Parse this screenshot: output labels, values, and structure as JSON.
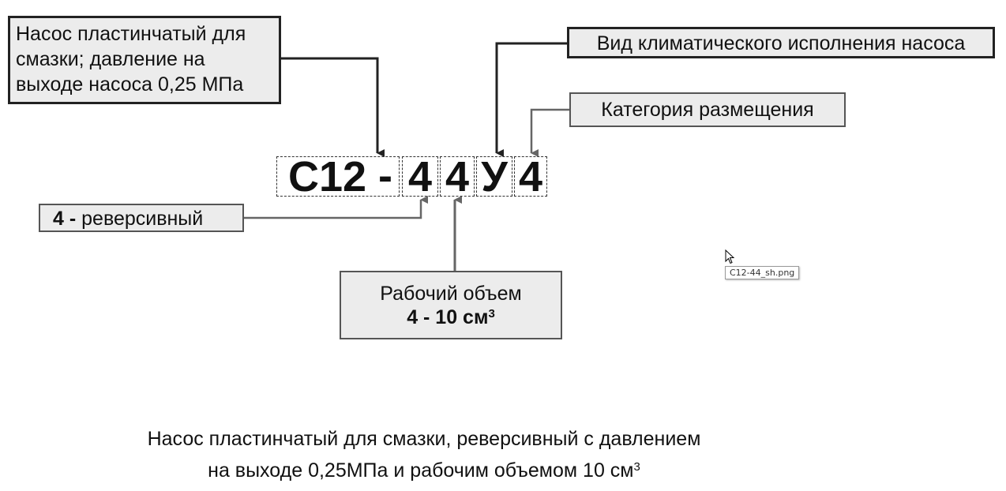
{
  "labels": {
    "pump_type": [
      "Насос пластинчатый  для",
      "смазки; давление на",
      "выходе насоса 0,25 МПа"
    ],
    "climate": "Вид климатического исполнения насоса",
    "category": "Категория размещения",
    "reverse_num": "4 -",
    "reverse_text": " реверсивный",
    "volume_title": "Рабочий объем",
    "volume_value": "4 - 10 см",
    "volume_sup": "3"
  },
  "code": {
    "c12": "С12",
    "dash": "-",
    "d1": "4",
    "d2": "4",
    "u": "У",
    "d3": "4"
  },
  "caption": {
    "line1": "Насос пластинчатый для смазки, реверсивный с давлением",
    "line2": "на выходе 0,25МПа и рабочим объемом  10 см",
    "line2_sup": "3"
  },
  "tooltip": "C12-44_sh.png"
}
